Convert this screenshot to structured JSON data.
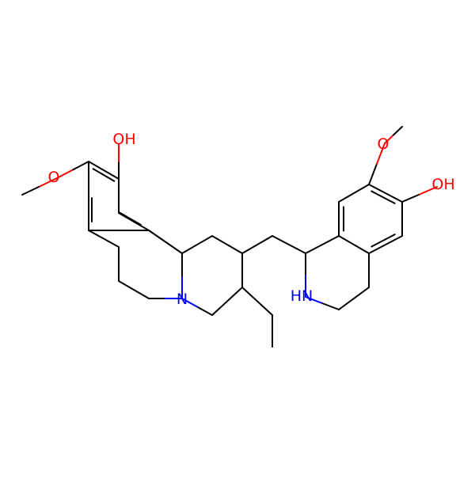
{
  "molecule": {
    "bond_color": "#000000",
    "oxygen_color": "#ff0000",
    "nitrogen_color": "#0000ff",
    "atom_labels": {
      "oh_left": "OH",
      "o_methoxy_left": "O",
      "n_ring": "N",
      "o_methoxy_right": "O",
      "oh_right": "OH",
      "nh_ring": "HN"
    }
  }
}
